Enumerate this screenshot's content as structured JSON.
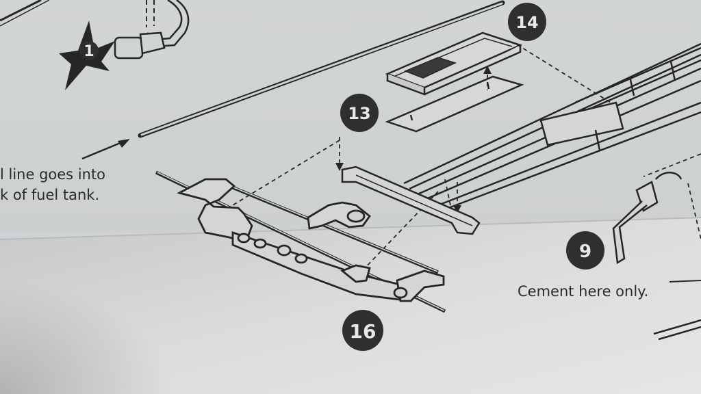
{
  "diagram": {
    "callouts": [
      {
        "id": "callout-1",
        "label": "1"
      },
      {
        "id": "callout-14",
        "label": "14"
      },
      {
        "id": "callout-13",
        "label": "13"
      },
      {
        "id": "callout-9",
        "label": "9"
      },
      {
        "id": "callout-16",
        "label": "16"
      }
    ],
    "notes": {
      "fuel_line_1": "l line goes into",
      "fuel_line_2": "k of fuel tank.",
      "cement": "Cement here only."
    }
  },
  "colors": {
    "paper_top": "#d4d7d8",
    "paper_bottom": "#e3e4e3",
    "ink": "#262626",
    "badge": "#2f2f2f"
  }
}
